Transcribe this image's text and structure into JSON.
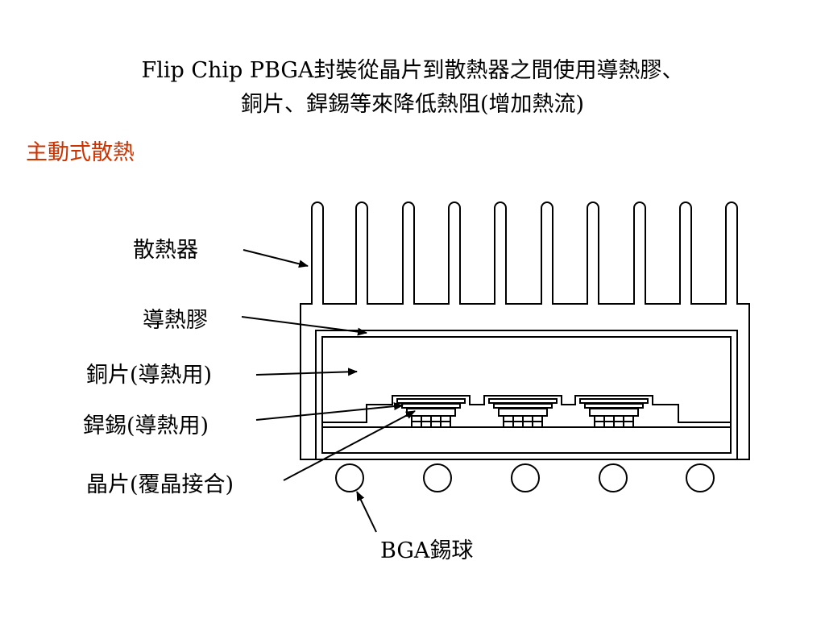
{
  "slide": {
    "title_line1": "Flip Chip PBGA封裝從晶片到散熱器之間使用導熱膠、",
    "title_line2": "銅片、銲錫等來降低熱阻(增加熱流)",
    "subtitle": "主動式散熱"
  },
  "colors": {
    "subtitle": "#cc3300",
    "line": "#000000",
    "background": "#ffffff"
  },
  "labels": {
    "heatsink": "散熱器",
    "thermal_paste": "導熱膠",
    "copper_plate": "銅片(導熱用)",
    "solder": "銲錫(導熱用)",
    "die": "晶片(覆晶接合)",
    "bga_balls": "BGA錫球"
  }
}
